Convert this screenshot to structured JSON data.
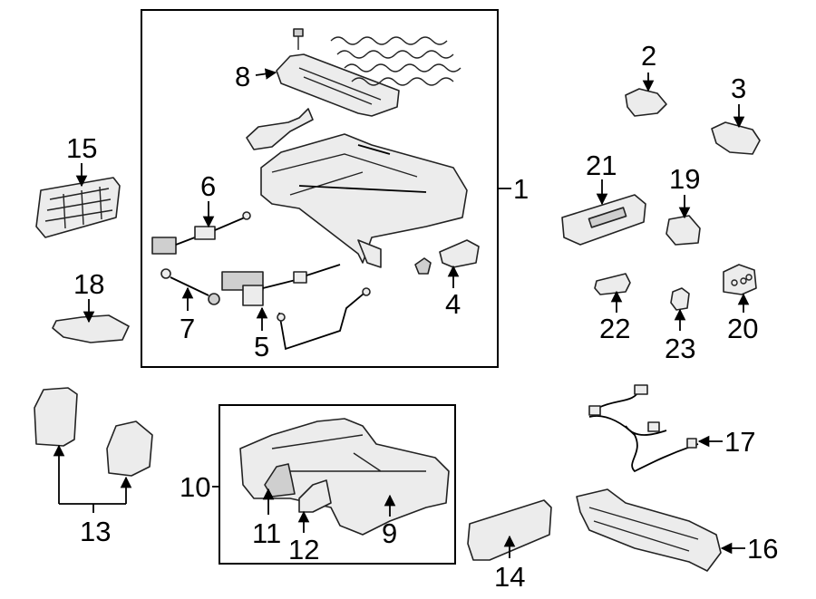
{
  "callouts": {
    "c1": "1",
    "c2": "2",
    "c3": "3",
    "c4": "4",
    "c5": "5",
    "c6": "6",
    "c7": "7",
    "c8": "8",
    "c9": "9",
    "c10": "10",
    "c11": "11",
    "c12": "12",
    "c13": "13",
    "c14": "14",
    "c15": "15",
    "c16": "16",
    "c17": "17",
    "c18": "18",
    "c19": "19",
    "c20": "20",
    "c21": "21",
    "c22": "22",
    "c23": "23"
  },
  "colors": {
    "line": "#000000",
    "part_fill": "#ececec",
    "background": "#ffffff"
  }
}
